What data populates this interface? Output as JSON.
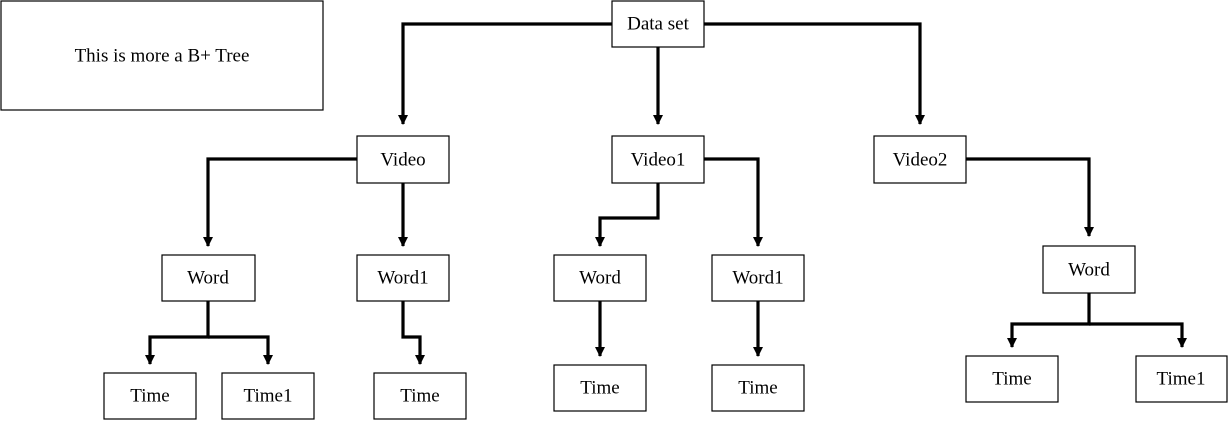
{
  "note": {
    "text": "This is more a B+ Tree"
  },
  "nodes": {
    "root": "Data set",
    "video": "Video",
    "video1": "Video1",
    "video2": "Video2",
    "v_word": "Word",
    "v_word1": "Word1",
    "v1_word": "Word",
    "v1_word1": "Word1",
    "v2_word": "Word",
    "v_word_time": "Time",
    "v_word_time1": "Time1",
    "v_word1_time": "Time",
    "v1_word_time": "Time",
    "v1_word1_time": "Time",
    "v2_word_time": "Time",
    "v2_word_time1": "Time1"
  },
  "edges": [
    [
      "root",
      "video"
    ],
    [
      "root",
      "video1"
    ],
    [
      "root",
      "video2"
    ],
    [
      "video",
      "v_word"
    ],
    [
      "video",
      "v_word1"
    ],
    [
      "video1",
      "v1_word"
    ],
    [
      "video1",
      "v1_word1"
    ],
    [
      "video2",
      "v2_word"
    ],
    [
      "v_word",
      "v_word_time"
    ],
    [
      "v_word",
      "v_word_time1"
    ],
    [
      "v_word1",
      "v_word1_time"
    ],
    [
      "v1_word",
      "v1_word_time"
    ],
    [
      "v1_word1",
      "v1_word1_time"
    ],
    [
      "v2_word",
      "v2_word_time"
    ],
    [
      "v2_word",
      "v2_word_time1"
    ]
  ]
}
